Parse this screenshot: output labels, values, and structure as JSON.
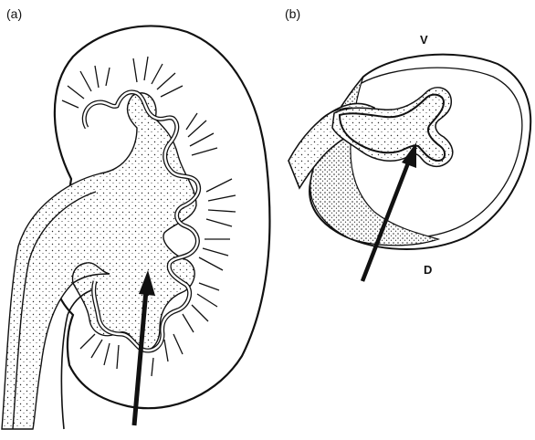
{
  "panels": [
    {
      "label": "(a)"
    },
    {
      "label": "(b)"
    }
  ],
  "orientation_labels": {
    "ventral": "V",
    "dorsal": "D"
  },
  "colors": {
    "ink": "#111111",
    "paper": "#ffffff",
    "stipple": "#2a2a2a"
  }
}
